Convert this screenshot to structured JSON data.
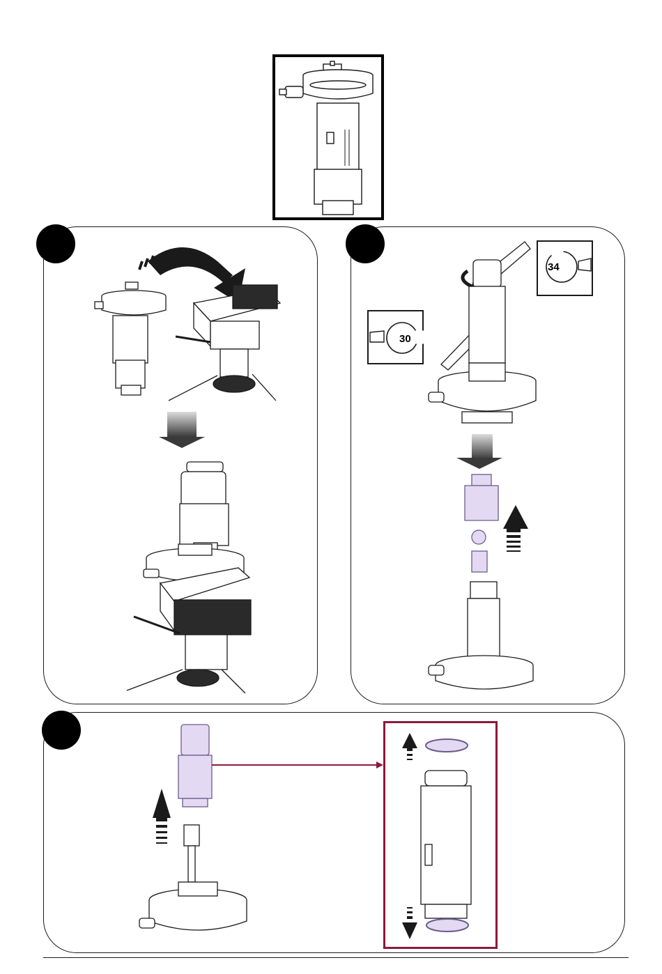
{
  "steps": [
    {
      "id": 1,
      "label": ""
    },
    {
      "id": 2,
      "label": ""
    },
    {
      "id": 3,
      "label": ""
    }
  ],
  "wrenches": [
    {
      "size": "34"
    },
    {
      "size": "30"
    }
  ],
  "colors": {
    "outline": "#1a1a1a",
    "highlight_part": "#e4d9f3",
    "highlight_stroke": "#8a6fb5",
    "detail_frame": "#8b1a3a",
    "arrow_gradient_top": "#d8d8d8",
    "arrow_gradient_bottom": "#3a3a3a"
  }
}
